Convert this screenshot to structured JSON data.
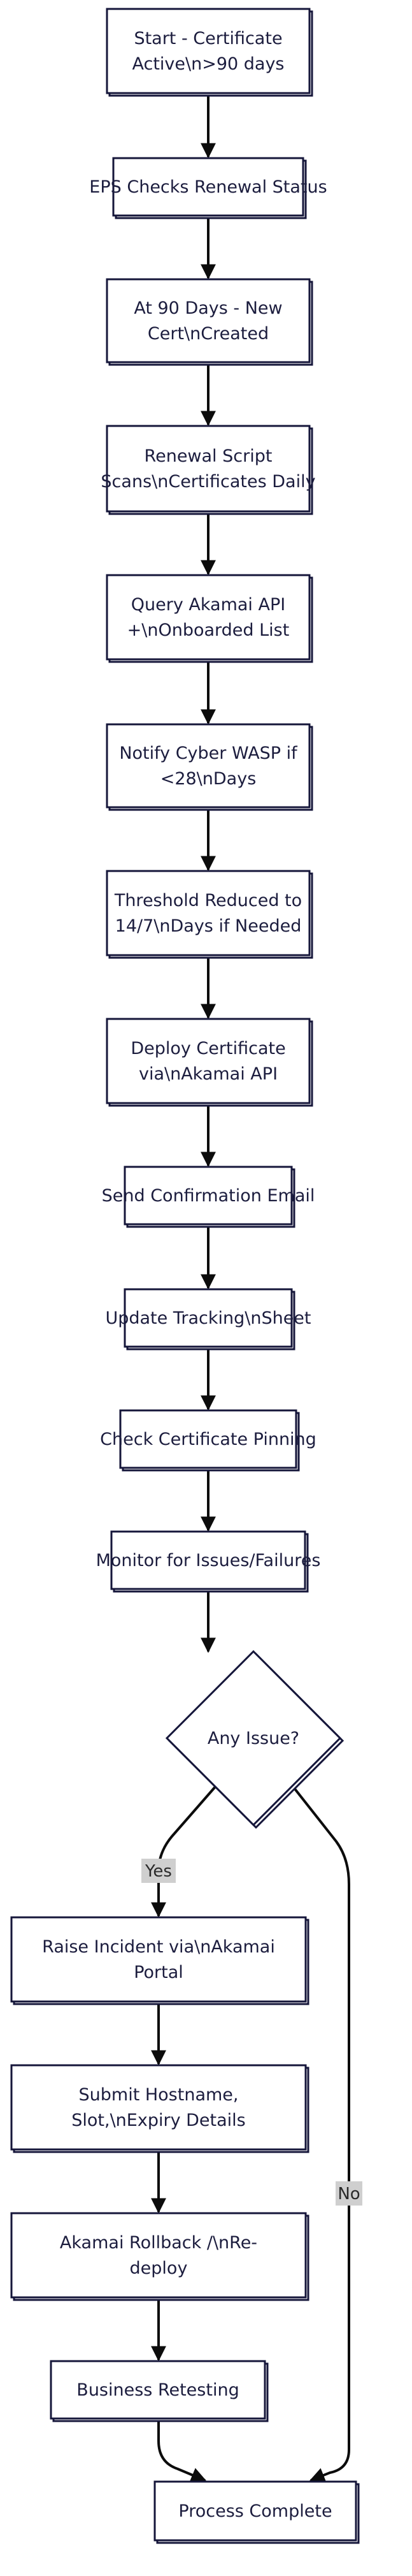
{
  "flowchart": {
    "nodes": [
      {
        "id": "start",
        "shape": "rect",
        "lines": [
          "Start - Certificate",
          "Active\\n>90 days"
        ]
      },
      {
        "id": "eps",
        "shape": "rect",
        "lines": [
          "EPS Checks Renewal Status"
        ]
      },
      {
        "id": "new_cert",
        "shape": "rect",
        "lines": [
          "At 90 Days - New",
          "Cert\\nCreated"
        ]
      },
      {
        "id": "script",
        "shape": "rect",
        "lines": [
          "Renewal Script",
          "Scans\\nCertificates Daily"
        ]
      },
      {
        "id": "query",
        "shape": "rect",
        "lines": [
          "Query Akamai API",
          "+\\nOnboarded List"
        ]
      },
      {
        "id": "notify",
        "shape": "rect",
        "lines": [
          "Notify Cyber WASP if",
          "<28\\nDays"
        ]
      },
      {
        "id": "threshold",
        "shape": "rect",
        "lines": [
          "Threshold Reduced to",
          "14/7\\nDays if Needed"
        ]
      },
      {
        "id": "deploy",
        "shape": "rect",
        "lines": [
          "Deploy Certificate",
          "via\\nAkamai API"
        ]
      },
      {
        "id": "email",
        "shape": "rect",
        "lines": [
          "Send Confirmation Email"
        ]
      },
      {
        "id": "tracking",
        "shape": "rect",
        "lines": [
          "Update Tracking\\nSheet"
        ]
      },
      {
        "id": "pinning",
        "shape": "rect",
        "lines": [
          "Check Certificate Pinning"
        ]
      },
      {
        "id": "monitor",
        "shape": "rect",
        "lines": [
          "Monitor for Issues/Failures"
        ]
      },
      {
        "id": "decision",
        "shape": "diamond",
        "lines": [
          "Any Issue?"
        ]
      },
      {
        "id": "incident",
        "shape": "rect",
        "lines": [
          "Raise Incident via\\nAkamai",
          "Portal"
        ]
      },
      {
        "id": "hostname",
        "shape": "rect",
        "lines": [
          "Submit Hostname,",
          "Slot,\\nExpiry Details"
        ]
      },
      {
        "id": "rollback",
        "shape": "rect",
        "lines": [
          "Akamai Rollback /\\nRe-",
          "deploy"
        ]
      },
      {
        "id": "retest",
        "shape": "rect",
        "lines": [
          "Business Retesting"
        ]
      },
      {
        "id": "complete",
        "shape": "rect",
        "lines": [
          "Process Complete"
        ]
      }
    ],
    "edges": [
      {
        "from": "start",
        "to": "eps"
      },
      {
        "from": "eps",
        "to": "new_cert"
      },
      {
        "from": "new_cert",
        "to": "script"
      },
      {
        "from": "script",
        "to": "query"
      },
      {
        "from": "query",
        "to": "notify"
      },
      {
        "from": "notify",
        "to": "threshold"
      },
      {
        "from": "threshold",
        "to": "deploy"
      },
      {
        "from": "deploy",
        "to": "email"
      },
      {
        "from": "email",
        "to": "tracking"
      },
      {
        "from": "tracking",
        "to": "pinning"
      },
      {
        "from": "pinning",
        "to": "monitor"
      },
      {
        "from": "monitor",
        "to": "decision"
      },
      {
        "from": "decision",
        "to": "incident",
        "label": "Yes"
      },
      {
        "from": "incident",
        "to": "hostname"
      },
      {
        "from": "hostname",
        "to": "rollback"
      },
      {
        "from": "rollback",
        "to": "retest"
      },
      {
        "from": "retest",
        "to": "complete"
      },
      {
        "from": "decision",
        "to": "complete",
        "label": "No"
      }
    ]
  }
}
